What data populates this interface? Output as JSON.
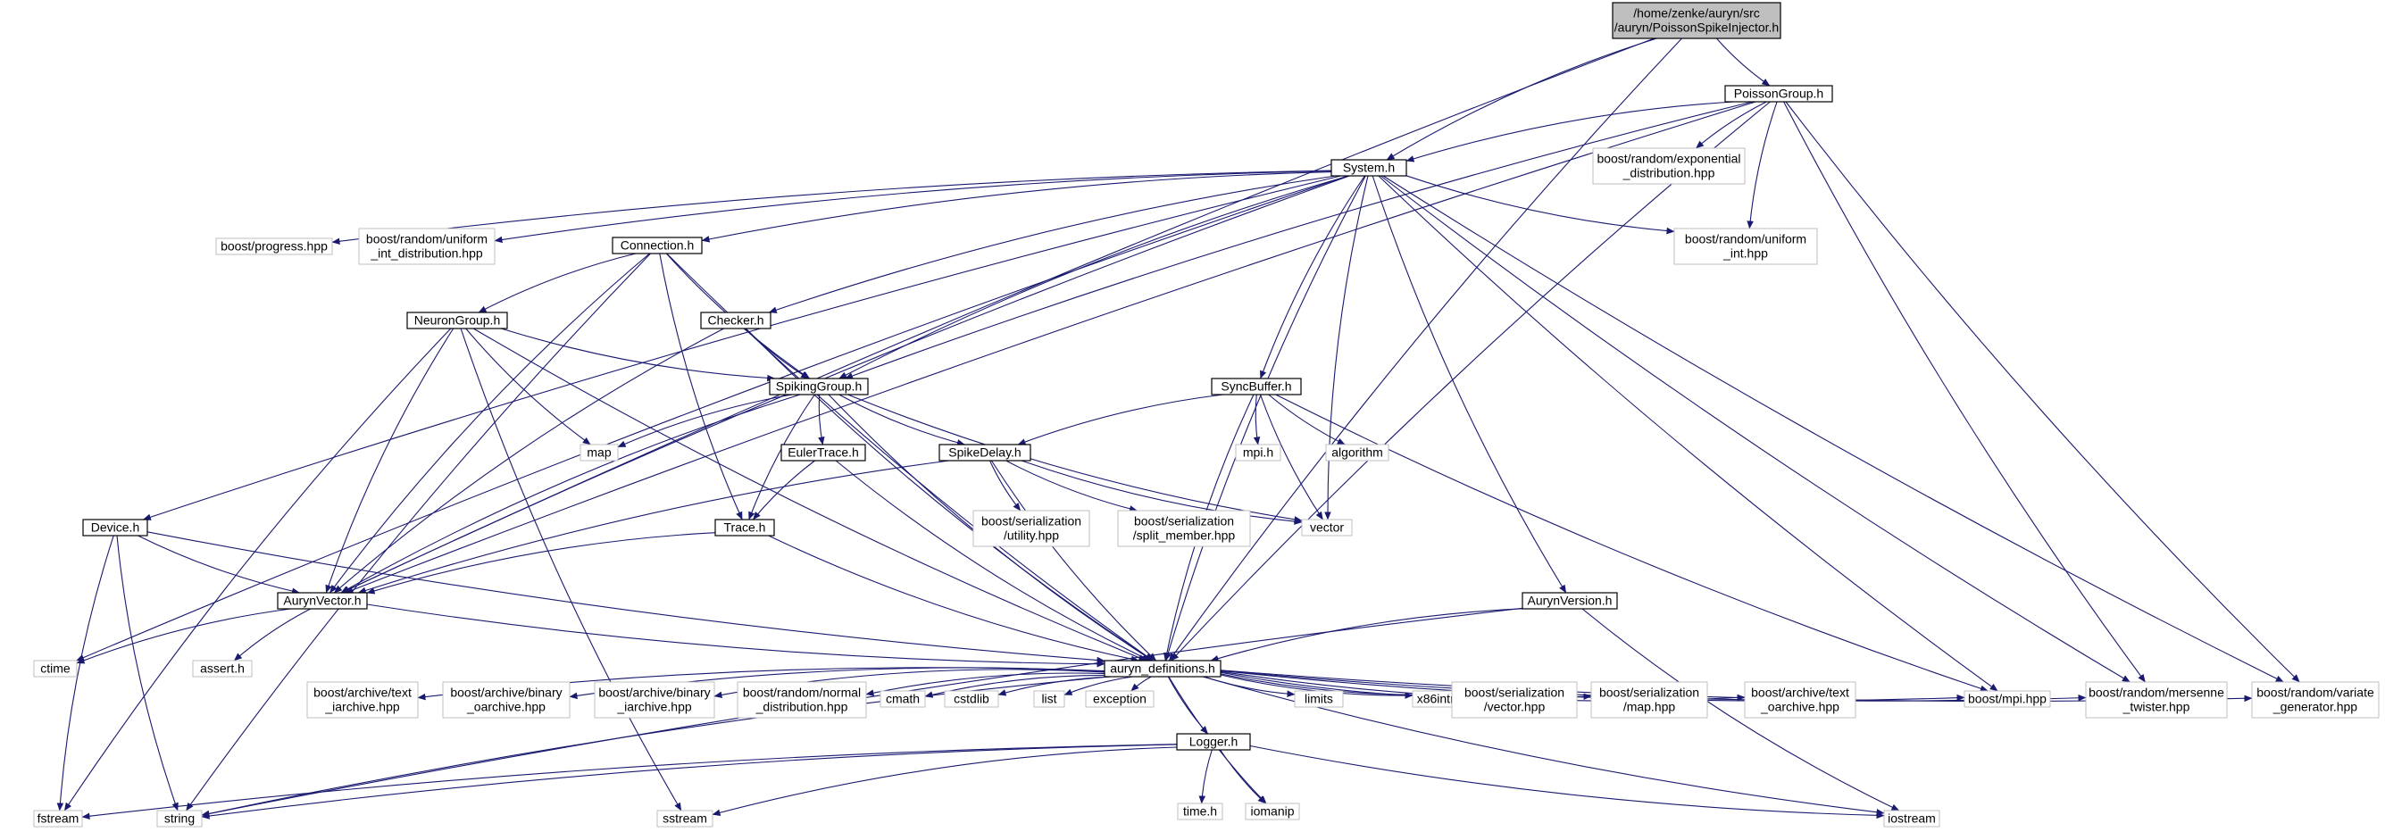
{
  "graph": {
    "colors": {
      "edge": "#191970",
      "root_fill": "#bfbfbf",
      "external_border": "#bfbfbf",
      "internal_border": "#000000"
    },
    "nodes": [
      {
        "id": "root",
        "lines": [
          "/home/zenke/auryn/src",
          "/auryn/PoissonSpikeInjector.h"
        ],
        "kind": "root"
      },
      {
        "id": "poissongroup",
        "lines": [
          "PoissonGroup.h"
        ],
        "kind": "internal"
      },
      {
        "id": "system",
        "lines": [
          "System.h"
        ],
        "kind": "internal"
      },
      {
        "id": "exponential",
        "lines": [
          "boost/random/exponential",
          "_distribution.hpp"
        ],
        "kind": "external"
      },
      {
        "id": "progress",
        "lines": [
          "boost/progress.hpp"
        ],
        "kind": "external"
      },
      {
        "id": "uniformint_dist",
        "lines": [
          "boost/random/uniform",
          "_int_distribution.hpp"
        ],
        "kind": "external"
      },
      {
        "id": "connection",
        "lines": [
          "Connection.h"
        ],
        "kind": "internal"
      },
      {
        "id": "uniformint",
        "lines": [
          "boost/random/uniform",
          "_int.hpp"
        ],
        "kind": "external"
      },
      {
        "id": "neurongroup",
        "lines": [
          "NeuronGroup.h"
        ],
        "kind": "internal"
      },
      {
        "id": "checker",
        "lines": [
          "Checker.h"
        ],
        "kind": "internal"
      },
      {
        "id": "spikinggroup",
        "lines": [
          "SpikingGroup.h"
        ],
        "kind": "internal"
      },
      {
        "id": "syncbuffer",
        "lines": [
          "SyncBuffer.h"
        ],
        "kind": "internal"
      },
      {
        "id": "map",
        "lines": [
          "map"
        ],
        "kind": "external"
      },
      {
        "id": "eulertrace",
        "lines": [
          "EulerTrace.h"
        ],
        "kind": "internal"
      },
      {
        "id": "spikedelay",
        "lines": [
          "SpikeDelay.h"
        ],
        "kind": "internal"
      },
      {
        "id": "mpih",
        "lines": [
          "mpi.h"
        ],
        "kind": "external"
      },
      {
        "id": "algorithm",
        "lines": [
          "algorithm"
        ],
        "kind": "external"
      },
      {
        "id": "serial_utility",
        "lines": [
          "boost/serialization",
          "/utility.hpp"
        ],
        "kind": "external"
      },
      {
        "id": "serial_split",
        "lines": [
          "boost/serialization",
          "/split_member.hpp"
        ],
        "kind": "external"
      },
      {
        "id": "vector",
        "lines": [
          "vector"
        ],
        "kind": "external"
      },
      {
        "id": "trace",
        "lines": [
          "Trace.h"
        ],
        "kind": "internal"
      },
      {
        "id": "device",
        "lines": [
          "Device.h"
        ],
        "kind": "internal"
      },
      {
        "id": "aurynvector",
        "lines": [
          "AurynVector.h"
        ],
        "kind": "internal"
      },
      {
        "id": "aurynversion",
        "lines": [
          "AurynVersion.h"
        ],
        "kind": "internal"
      },
      {
        "id": "ctime",
        "lines": [
          "ctime"
        ],
        "kind": "external"
      },
      {
        "id": "assert",
        "lines": [
          "assert.h"
        ],
        "kind": "external"
      },
      {
        "id": "definitions",
        "lines": [
          "auryn_definitions.h"
        ],
        "kind": "internal"
      },
      {
        "id": "text_iarchive",
        "lines": [
          "boost/archive/text",
          "_iarchive.hpp"
        ],
        "kind": "external"
      },
      {
        "id": "binary_oarchive",
        "lines": [
          "boost/archive/binary",
          "_oarchive.hpp"
        ],
        "kind": "external"
      },
      {
        "id": "binary_iarchive",
        "lines": [
          "boost/archive/binary",
          "_iarchive.hpp"
        ],
        "kind": "external"
      },
      {
        "id": "normal_dist",
        "lines": [
          "boost/random/normal",
          "_distribution.hpp"
        ],
        "kind": "external"
      },
      {
        "id": "cmath",
        "lines": [
          "cmath"
        ],
        "kind": "external"
      },
      {
        "id": "cstdlib",
        "lines": [
          "cstdlib"
        ],
        "kind": "external"
      },
      {
        "id": "list",
        "lines": [
          "list"
        ],
        "kind": "external"
      },
      {
        "id": "exception",
        "lines": [
          "exception"
        ],
        "kind": "external"
      },
      {
        "id": "logger",
        "lines": [
          "Logger.h"
        ],
        "kind": "internal"
      },
      {
        "id": "limits",
        "lines": [
          "limits"
        ],
        "kind": "external"
      },
      {
        "id": "x86intrin",
        "lines": [
          "x86intrin.h"
        ],
        "kind": "external"
      },
      {
        "id": "serial_vector",
        "lines": [
          "boost/serialization",
          "/vector.hpp"
        ],
        "kind": "external"
      },
      {
        "id": "serial_map",
        "lines": [
          "boost/serialization",
          "/map.hpp"
        ],
        "kind": "external"
      },
      {
        "id": "text_oarchive",
        "lines": [
          "boost/archive/text",
          "_oarchive.hpp"
        ],
        "kind": "external"
      },
      {
        "id": "boost_mpi",
        "lines": [
          "boost/mpi.hpp"
        ],
        "kind": "external"
      },
      {
        "id": "mersenne",
        "lines": [
          "boost/random/mersenne",
          "_twister.hpp"
        ],
        "kind": "external"
      },
      {
        "id": "variate",
        "lines": [
          "boost/random/variate",
          "_generator.hpp"
        ],
        "kind": "external"
      },
      {
        "id": "fstream",
        "lines": [
          "fstream"
        ],
        "kind": "external"
      },
      {
        "id": "string",
        "lines": [
          "string"
        ],
        "kind": "external"
      },
      {
        "id": "sstream",
        "lines": [
          "sstream"
        ],
        "kind": "external"
      },
      {
        "id": "timeh",
        "lines": [
          "time.h"
        ],
        "kind": "external"
      },
      {
        "id": "iomanip",
        "lines": [
          "iomanip"
        ],
        "kind": "external"
      },
      {
        "id": "iostream",
        "lines": [
          "iostream"
        ],
        "kind": "external"
      }
    ],
    "edges": [
      [
        "root",
        "poissongroup"
      ],
      [
        "root",
        "system"
      ],
      [
        "root",
        "aurynvector"
      ],
      [
        "root",
        "definitions"
      ],
      [
        "poissongroup",
        "system"
      ],
      [
        "poissongroup",
        "exponential"
      ],
      [
        "poissongroup",
        "uniformint"
      ],
      [
        "poissongroup",
        "spikinggroup"
      ],
      [
        "poissongroup",
        "aurynvector"
      ],
      [
        "poissongroup",
        "definitions"
      ],
      [
        "poissongroup",
        "mersenne"
      ],
      [
        "poissongroup",
        "variate"
      ],
      [
        "system",
        "progress"
      ],
      [
        "system",
        "uniformint_dist"
      ],
      [
        "system",
        "connection"
      ],
      [
        "system",
        "uniformint"
      ],
      [
        "system",
        "checker"
      ],
      [
        "system",
        "spikinggroup"
      ],
      [
        "system",
        "syncbuffer"
      ],
      [
        "system",
        "vector"
      ],
      [
        "system",
        "device"
      ],
      [
        "system",
        "aurynvector"
      ],
      [
        "system",
        "aurynversion"
      ],
      [
        "system",
        "ctime"
      ],
      [
        "system",
        "definitions"
      ],
      [
        "system",
        "boost_mpi"
      ],
      [
        "system",
        "mersenne"
      ],
      [
        "system",
        "variate"
      ],
      [
        "connection",
        "neurongroup"
      ],
      [
        "connection",
        "spikinggroup"
      ],
      [
        "connection",
        "trace"
      ],
      [
        "connection",
        "aurynvector"
      ],
      [
        "connection",
        "definitions"
      ],
      [
        "connection",
        "string"
      ],
      [
        "neurongroup",
        "spikinggroup"
      ],
      [
        "neurongroup",
        "map"
      ],
      [
        "neurongroup",
        "aurynvector"
      ],
      [
        "neurongroup",
        "definitions"
      ],
      [
        "neurongroup",
        "fstream"
      ],
      [
        "neurongroup",
        "sstream"
      ],
      [
        "checker",
        "spikinggroup"
      ],
      [
        "checker",
        "aurynvector"
      ],
      [
        "checker",
        "definitions"
      ],
      [
        "spikinggroup",
        "map"
      ],
      [
        "spikinggroup",
        "eulertrace"
      ],
      [
        "spikinggroup",
        "spikedelay"
      ],
      [
        "spikinggroup",
        "vector"
      ],
      [
        "spikinggroup",
        "trace"
      ],
      [
        "spikinggroup",
        "aurynvector"
      ],
      [
        "spikinggroup",
        "definitions"
      ],
      [
        "syncbuffer",
        "spikedelay"
      ],
      [
        "syncbuffer",
        "mpih"
      ],
      [
        "syncbuffer",
        "algorithm"
      ],
      [
        "syncbuffer",
        "vector"
      ],
      [
        "syncbuffer",
        "definitions"
      ],
      [
        "syncbuffer",
        "boost_mpi"
      ],
      [
        "eulertrace",
        "trace"
      ],
      [
        "eulertrace",
        "definitions"
      ],
      [
        "spikedelay",
        "serial_utility"
      ],
      [
        "spikedelay",
        "serial_split"
      ],
      [
        "spikedelay",
        "vector"
      ],
      [
        "spikedelay",
        "aurynvector"
      ],
      [
        "spikedelay",
        "definitions"
      ],
      [
        "trace",
        "aurynvector"
      ],
      [
        "trace",
        "definitions"
      ],
      [
        "device",
        "aurynvector"
      ],
      [
        "device",
        "definitions"
      ],
      [
        "device",
        "fstream"
      ],
      [
        "device",
        "string"
      ],
      [
        "aurynvector",
        "ctime"
      ],
      [
        "aurynvector",
        "assert"
      ],
      [
        "aurynvector",
        "definitions"
      ],
      [
        "aurynversion",
        "definitions"
      ],
      [
        "aurynversion",
        "string"
      ],
      [
        "aurynversion",
        "iostream"
      ],
      [
        "definitions",
        "text_iarchive"
      ],
      [
        "definitions",
        "binary_oarchive"
      ],
      [
        "definitions",
        "binary_iarchive"
      ],
      [
        "definitions",
        "normal_dist"
      ],
      [
        "definitions",
        "cmath"
      ],
      [
        "definitions",
        "cstdlib"
      ],
      [
        "definitions",
        "list"
      ],
      [
        "definitions",
        "exception"
      ],
      [
        "definitions",
        "logger"
      ],
      [
        "definitions",
        "limits"
      ],
      [
        "definitions",
        "x86intrin"
      ],
      [
        "definitions",
        "serial_vector"
      ],
      [
        "definitions",
        "serial_map"
      ],
      [
        "definitions",
        "text_oarchive"
      ],
      [
        "definitions",
        "boost_mpi"
      ],
      [
        "definitions",
        "mersenne"
      ],
      [
        "definitions",
        "variate"
      ],
      [
        "definitions",
        "string"
      ],
      [
        "definitions",
        "iomanip"
      ],
      [
        "definitions",
        "iostream"
      ],
      [
        "logger",
        "fstream"
      ],
      [
        "logger",
        "string"
      ],
      [
        "logger",
        "sstream"
      ],
      [
        "logger",
        "timeh"
      ],
      [
        "logger",
        "iomanip"
      ],
      [
        "logger",
        "iostream"
      ]
    ]
  }
}
